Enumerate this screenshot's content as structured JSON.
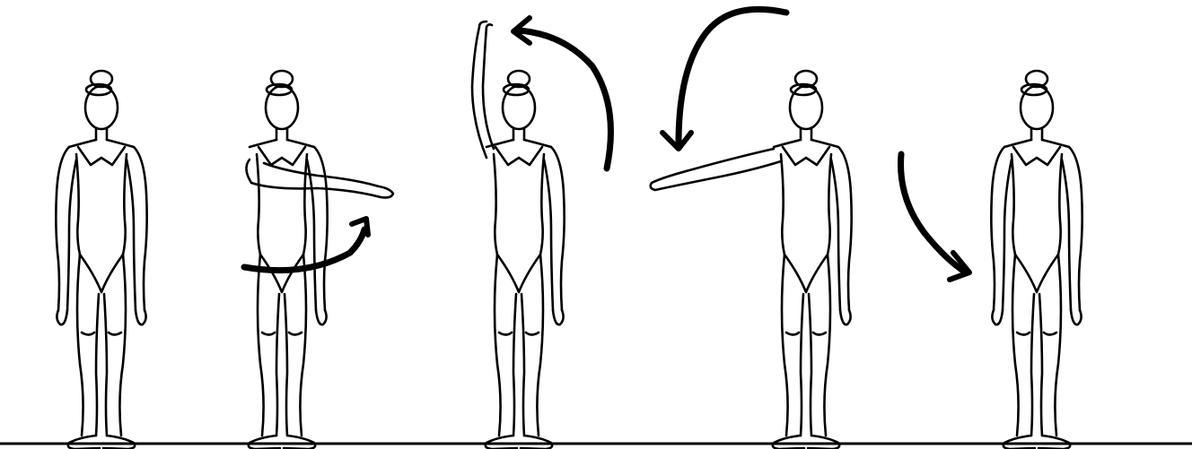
{
  "figures": [
    {
      "name": "dancer-figure-1",
      "pose": "arms-low"
    },
    {
      "name": "dancer-figure-2",
      "pose": "arm-front"
    },
    {
      "name": "dancer-figure-3",
      "pose": "arm-high"
    },
    {
      "name": "dancer-figure-4",
      "pose": "arm-side"
    },
    {
      "name": "dancer-figure-5",
      "pose": "arms-low"
    }
  ],
  "arrows": [
    {
      "name": "arrow-lift-to-front",
      "color": "#000000"
    },
    {
      "name": "arrow-raise-overhead",
      "color": "#000000"
    },
    {
      "name": "arrow-open-to-side",
      "color": "#000000"
    },
    {
      "name": "arrow-lower-down",
      "color": "#000000"
    }
  ],
  "colors": {
    "background": "#ffffff",
    "ink": "#000000"
  }
}
